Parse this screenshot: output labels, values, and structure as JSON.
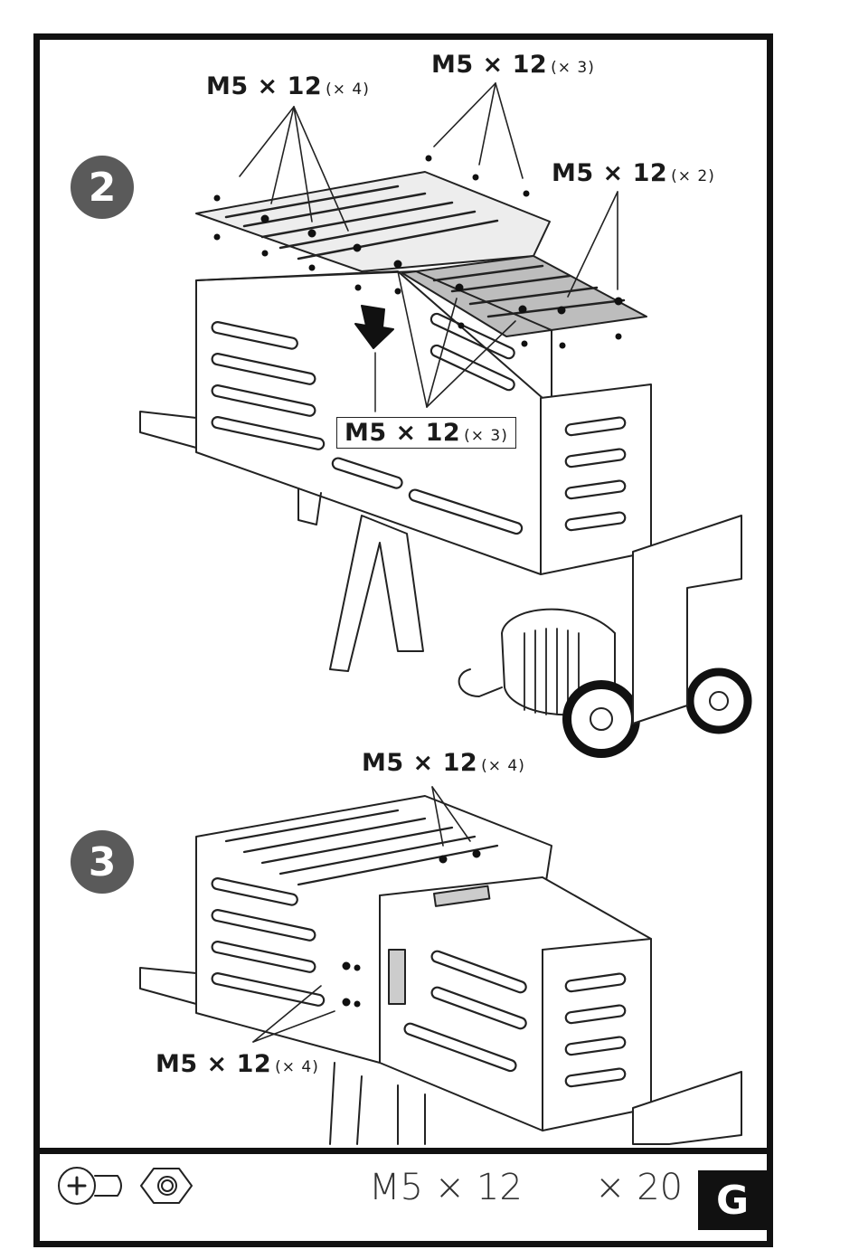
{
  "steps": [
    {
      "number": "2"
    },
    {
      "number": "3"
    }
  ],
  "callouts": {
    "s2_top_left": {
      "label": "M5 × 12",
      "qty": "(× 4)"
    },
    "s2_top_right": {
      "label": "M5 × 12",
      "qty": "(× 3)"
    },
    "s2_right": {
      "label": "M5 × 12",
      "qty": "(× 2)"
    },
    "s2_middle": {
      "label": "M5 × 12",
      "qty": "(× 3)"
    },
    "s3_top": {
      "label": "M5 × 12",
      "qty": "(× 4)"
    },
    "s3_side": {
      "label": "M5 × 12",
      "qty": "(× 4)"
    }
  },
  "footer": {
    "hardware_label": "M5 × 12",
    "hardware_count": "× 20",
    "section": "G",
    "icons": [
      "screw-icon",
      "nut-icon"
    ]
  }
}
